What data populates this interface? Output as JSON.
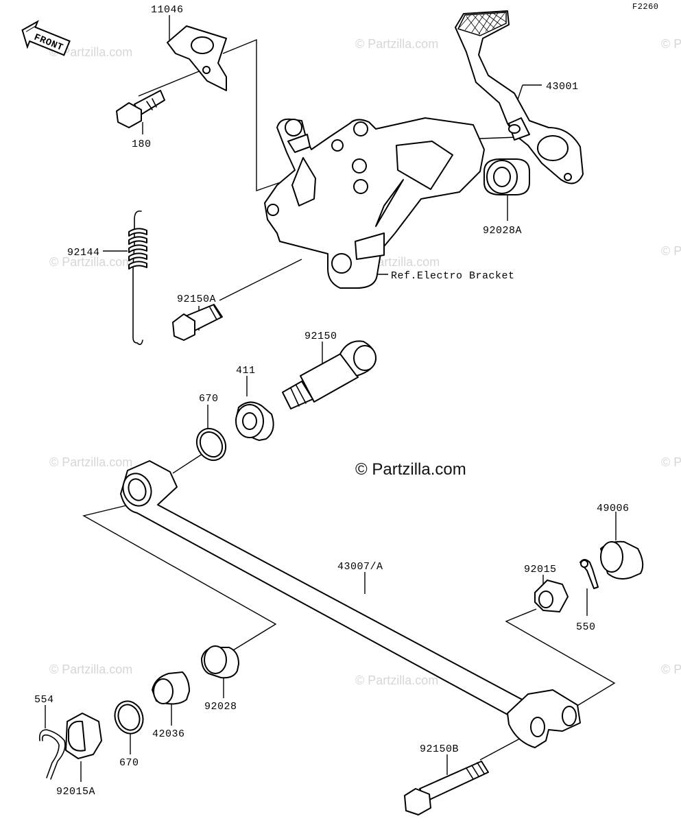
{
  "diagram_code": "F2260",
  "front_label": "FRONT",
  "watermark": "© Partzilla.com",
  "watermark_main": "© Partzilla.com",
  "reference_note": "Ref.Electro Bracket",
  "parts": [
    {
      "id": "11046",
      "label": "11046"
    },
    {
      "id": "180",
      "label": "180"
    },
    {
      "id": "43001",
      "label": "43001"
    },
    {
      "id": "92028A",
      "label": "92028A"
    },
    {
      "id": "92144",
      "label": "92144"
    },
    {
      "id": "92150A",
      "label": "92150A"
    },
    {
      "id": "92150",
      "label": "92150"
    },
    {
      "id": "411",
      "label": "411"
    },
    {
      "id": "670-upper",
      "label": "670"
    },
    {
      "id": "49006",
      "label": "49006"
    },
    {
      "id": "92015",
      "label": "92015"
    },
    {
      "id": "43007A",
      "label": "43007/A"
    },
    {
      "id": "550",
      "label": "550"
    },
    {
      "id": "554",
      "label": "554"
    },
    {
      "id": "92028",
      "label": "92028"
    },
    {
      "id": "42036",
      "label": "42036"
    },
    {
      "id": "670-lower",
      "label": "670"
    },
    {
      "id": "92015A",
      "label": "92015A"
    },
    {
      "id": "92150B",
      "label": "92150B"
    }
  ]
}
